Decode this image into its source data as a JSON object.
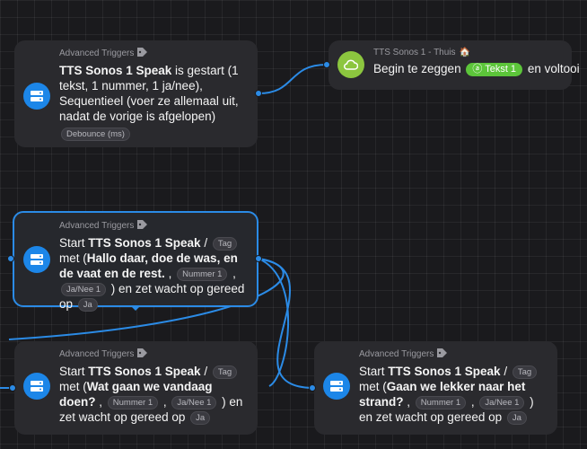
{
  "colors": {
    "accent": "#2b8be6",
    "card": "#2a2a2e",
    "green": "#8cc63f"
  },
  "cards": [
    {
      "header": "Advanced Triggers",
      "title": "TTS Sonos 1 Speak",
      "t1": " is gestart (1 tekst, 1 nummer, 1 ja/nee), ",
      "t2": "Sequentieel (voer ze allemaal uit, nadat de vorige is afgelopen)",
      "pill": "Debounce (ms)"
    },
    {
      "header": "TTS Sonos 1 - Thuis",
      "house": "🏠",
      "t1": "Begin te zeggen ",
      "pill": "Tekst 1",
      "t2": " en voltooi"
    },
    {
      "header": "Advanced Triggers",
      "t1": "Start ",
      "title": "TTS Sonos 1 Speak",
      "t2": " / ",
      "p1": "Tag",
      "t3": " met (",
      "t4": "Hallo daar, doe de was, en de vaat en de rest.",
      "t5": " , ",
      "p2": "Nummer 1",
      "t6": " , ",
      "p3": "Ja/Nee 1",
      "t7": " ) en zet wacht op gereed op ",
      "p4": "Ja"
    },
    {
      "header": "Advanced Triggers",
      "t1": "Start ",
      "title": "TTS Sonos 1 Speak",
      "t2": " / ",
      "p1": "Tag",
      "t3": " met (",
      "t4": "Wat gaan we vandaag doen?",
      "t5": " , ",
      "p2": "Nummer 1",
      "t6": " , ",
      "p3": "Ja/Nee 1",
      "t7": " ) en zet wacht op gereed op ",
      "p4": "Ja"
    },
    {
      "header": "Advanced Triggers",
      "t1": "Start ",
      "title": "TTS Sonos 1 Speak",
      "t2": " / ",
      "p1": "Tag",
      "t3": " met (",
      "t4": "Gaan we lekker naar het strand?",
      "t5": " , ",
      "p2": "Nummer 1",
      "t6": " , ",
      "p3": "Ja/Nee 1",
      "t7": " ) en zet wacht op gereed op ",
      "p4": "Ja"
    }
  ]
}
